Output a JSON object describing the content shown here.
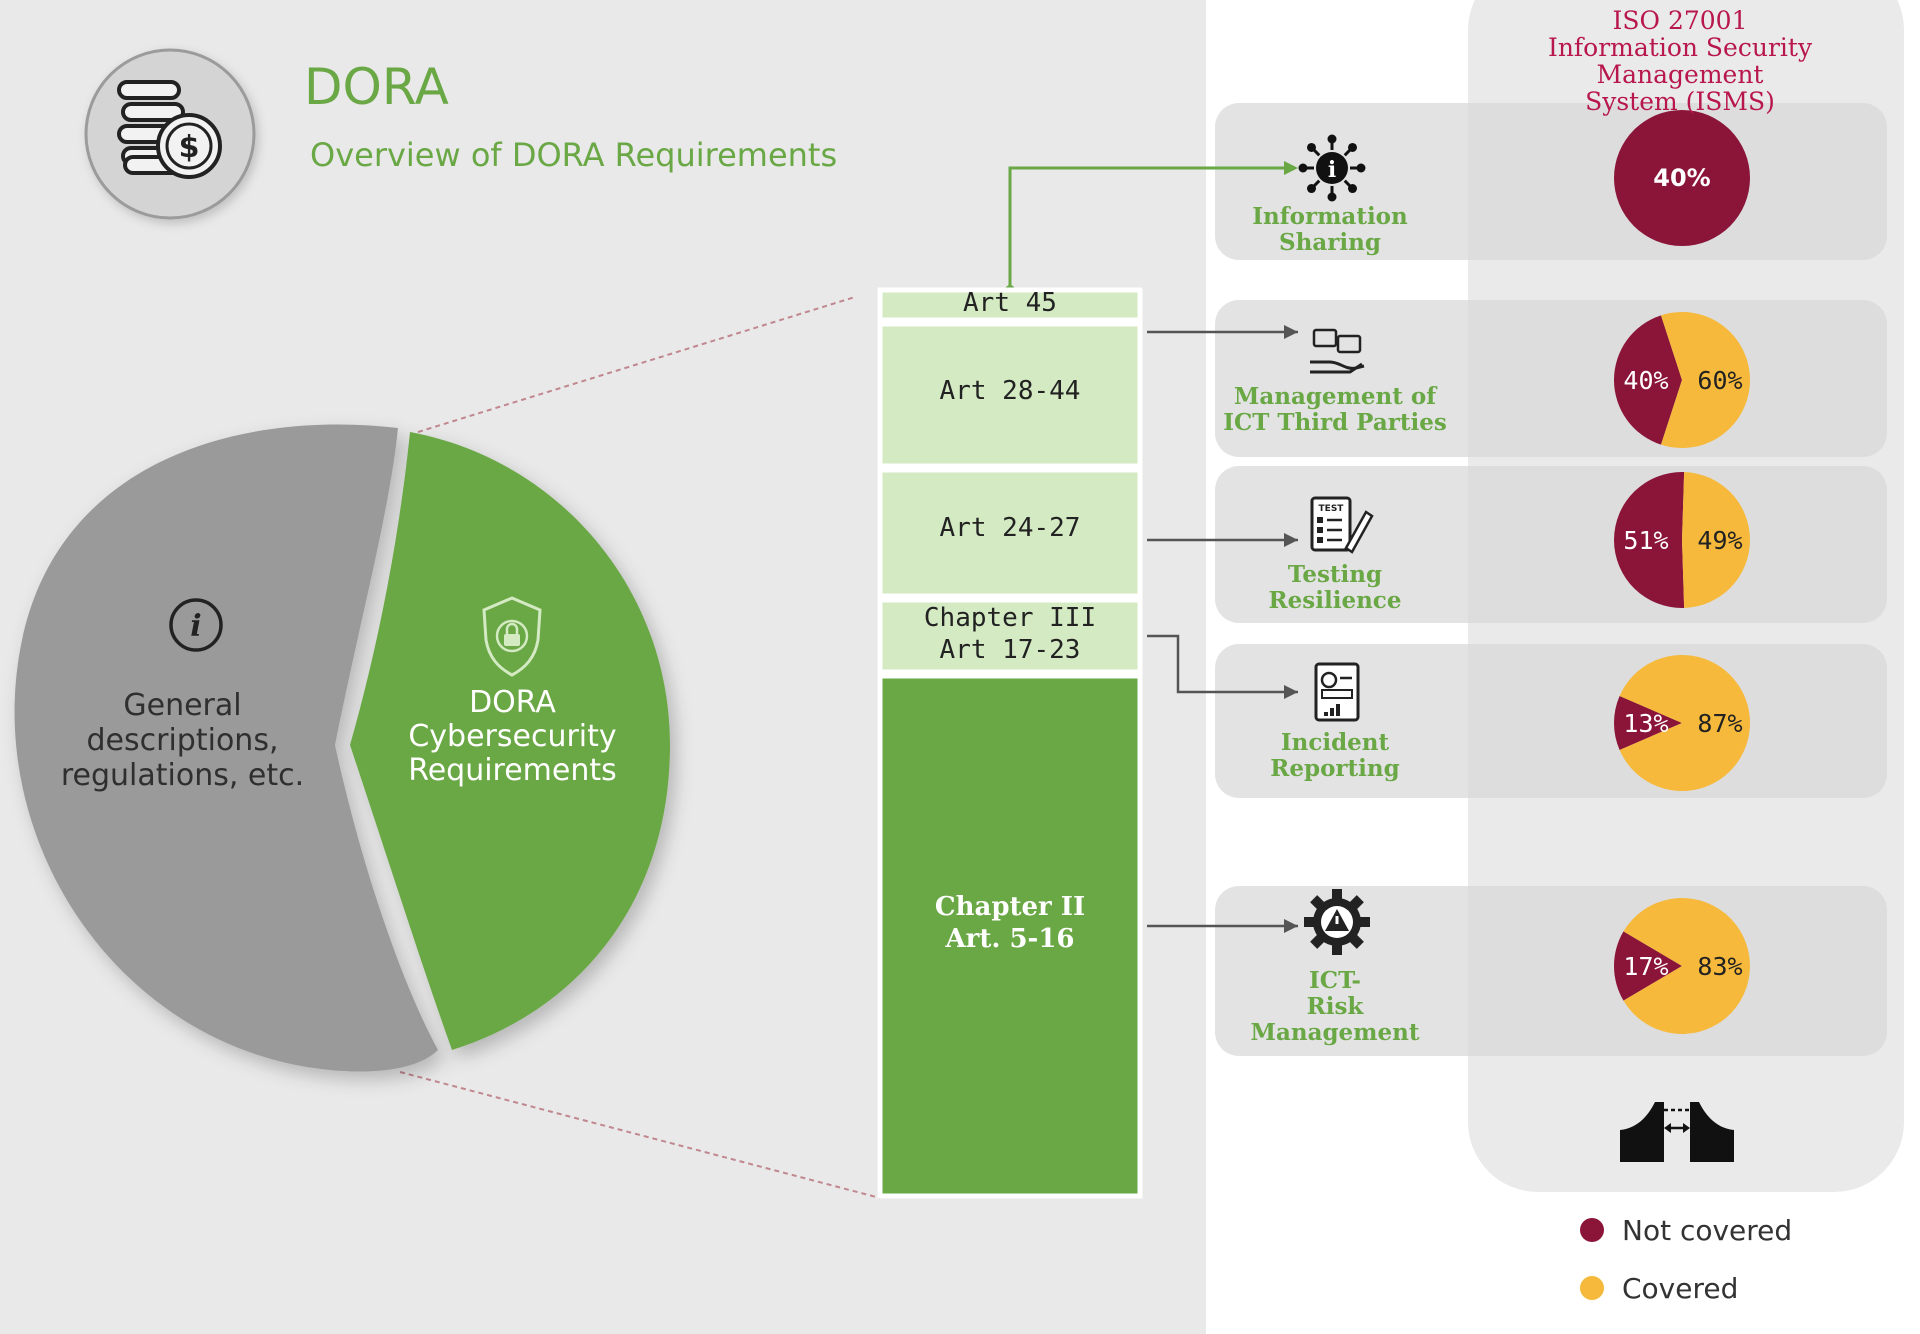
{
  "header": {
    "title": "DORA",
    "subtitle": "Overview of DORA Requirements"
  },
  "main_pie": {
    "segments": [
      {
        "label": "General descriptions, regulations, etc.",
        "lines": [
          "General",
          "descriptions,",
          "regulations, etc."
        ],
        "color": "#9a9a9a",
        "icon": "info-icon"
      },
      {
        "label": "DORA Cybersecurity Requirements",
        "lines": [
          "DORA",
          "Cybersecurity",
          "Requirements"
        ],
        "color": "#6aa745",
        "icon": "shield-lock-icon"
      }
    ]
  },
  "articles": [
    {
      "lines": [
        "Art 45"
      ],
      "color": "#d3eac3"
    },
    {
      "lines": [
        "Art 28-44"
      ],
      "color": "#d3eac3"
    },
    {
      "lines": [
        "Art 24-27"
      ],
      "color": "#d3eac3"
    },
    {
      "lines": [
        "Chapter III",
        "Art 17-23"
      ],
      "color": "#d3eac3"
    },
    {
      "lines": [
        "Chapter II",
        "Art. 5-16"
      ],
      "color": "#6aa745"
    }
  ],
  "categories": [
    {
      "lines": [
        "Information",
        "Sharing"
      ],
      "icon": "information-network-icon",
      "not_covered": 40,
      "covered": 0,
      "labels": [
        "40%"
      ]
    },
    {
      "lines": [
        "Management of",
        "ICT Third Parties"
      ],
      "icon": "third-party-icon",
      "not_covered": 40,
      "covered": 60,
      "labels": [
        "40%",
        "60%"
      ]
    },
    {
      "lines": [
        "Testing",
        "Resilience"
      ],
      "icon": "test-checklist-icon",
      "not_covered": 51,
      "covered": 49,
      "labels": [
        "51%",
        "49%"
      ]
    },
    {
      "lines": [
        "Incident",
        "Reporting"
      ],
      "icon": "report-document-icon",
      "not_covered": 13,
      "covered": 87,
      "labels": [
        "13%",
        "87%"
      ]
    },
    {
      "lines": [
        "ICT-",
        "Risk",
        "Management"
      ],
      "icon": "gear-warning-icon",
      "not_covered": 17,
      "covered": 83,
      "labels": [
        "17%",
        "83%"
      ]
    }
  ],
  "isms": {
    "title_lines": [
      "ISO 27001",
      "Information Security Management",
      "System (ISMS)"
    ],
    "gap_icon": "bridge-gap-icon"
  },
  "legend": [
    {
      "label": "Not covered",
      "color": "#8b1538"
    },
    {
      "label": "Covered",
      "color": "#f6b93b"
    }
  ],
  "colors": {
    "green": "#6aa745",
    "light_green": "#d3eac3",
    "gray": "#9a9a9a",
    "not_covered": "#8b1538",
    "covered": "#f6b93b",
    "isms_red": "#b8174e"
  }
}
